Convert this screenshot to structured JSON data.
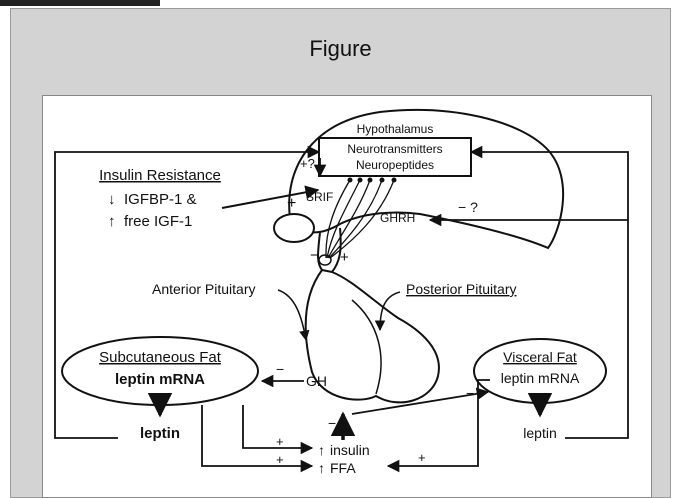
{
  "figure_title": "Figure",
  "hypothalamus": "Hypothalamus",
  "neurotransmitters": "Neurotransmitters",
  "neuropeptides": "Neuropeptides",
  "insulin_resistance": {
    "heading": "Insulin Resistance",
    "line1": "IGFBP-1 &",
    "line2": "free IGF-1"
  },
  "srif": "SRIF",
  "ghrh": "GHRH",
  "anterior_pituitary": "Anterior Pituitary",
  "posterior_pituitary": "Posterior Pituitary",
  "gh": "GH",
  "subcutaneous_fat": {
    "heading": "Subcutaneous Fat",
    "mrna": "leptin mRNA",
    "product": "leptin"
  },
  "visceral_fat": {
    "heading": "Visceral Fat",
    "mrna": "leptin mRNA",
    "product": "leptin"
  },
  "insulin": "insulin",
  "ffa": "FFA",
  "signs": {
    "plus_question": "+?",
    "minus_question": "− ?",
    "plus": "+",
    "minus": "−"
  },
  "up_arrow": "↑",
  "down_arrow": "↓"
}
